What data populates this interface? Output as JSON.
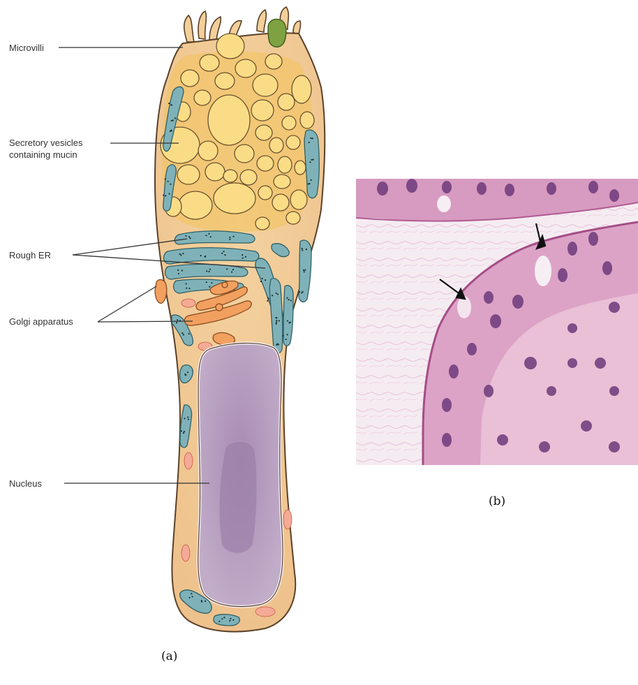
{
  "figure_a": {
    "labels": {
      "microvilli": "Microvilli",
      "secretory_line1": "Secretory vesicles",
      "secretory_line2": "containing mucin",
      "rough_er": "Rough ER",
      "golgi": "Golgi apparatus",
      "nucleus": "Nucleus"
    },
    "caption": "(a)"
  },
  "figure_b": {
    "caption": "(b)"
  },
  "colors": {
    "cytoplasm": "#f3cf9a",
    "cell_outline": "#5a4128",
    "vesicle": "#fbdc86",
    "vesicle_shadow": "#f1bd3c",
    "rough_er": "#7fb2b8",
    "golgi": "#f2a060",
    "nucleus": "#b7a0bf",
    "nucleolus": "#9d7fa8",
    "mitochondria": "#f08c7a",
    "green_granule": "#7ea241",
    "micrograph_bg": "#f5ecf1",
    "cell_pink": "#d79ac0",
    "nuclei_purple": "#6d3a7b"
  }
}
